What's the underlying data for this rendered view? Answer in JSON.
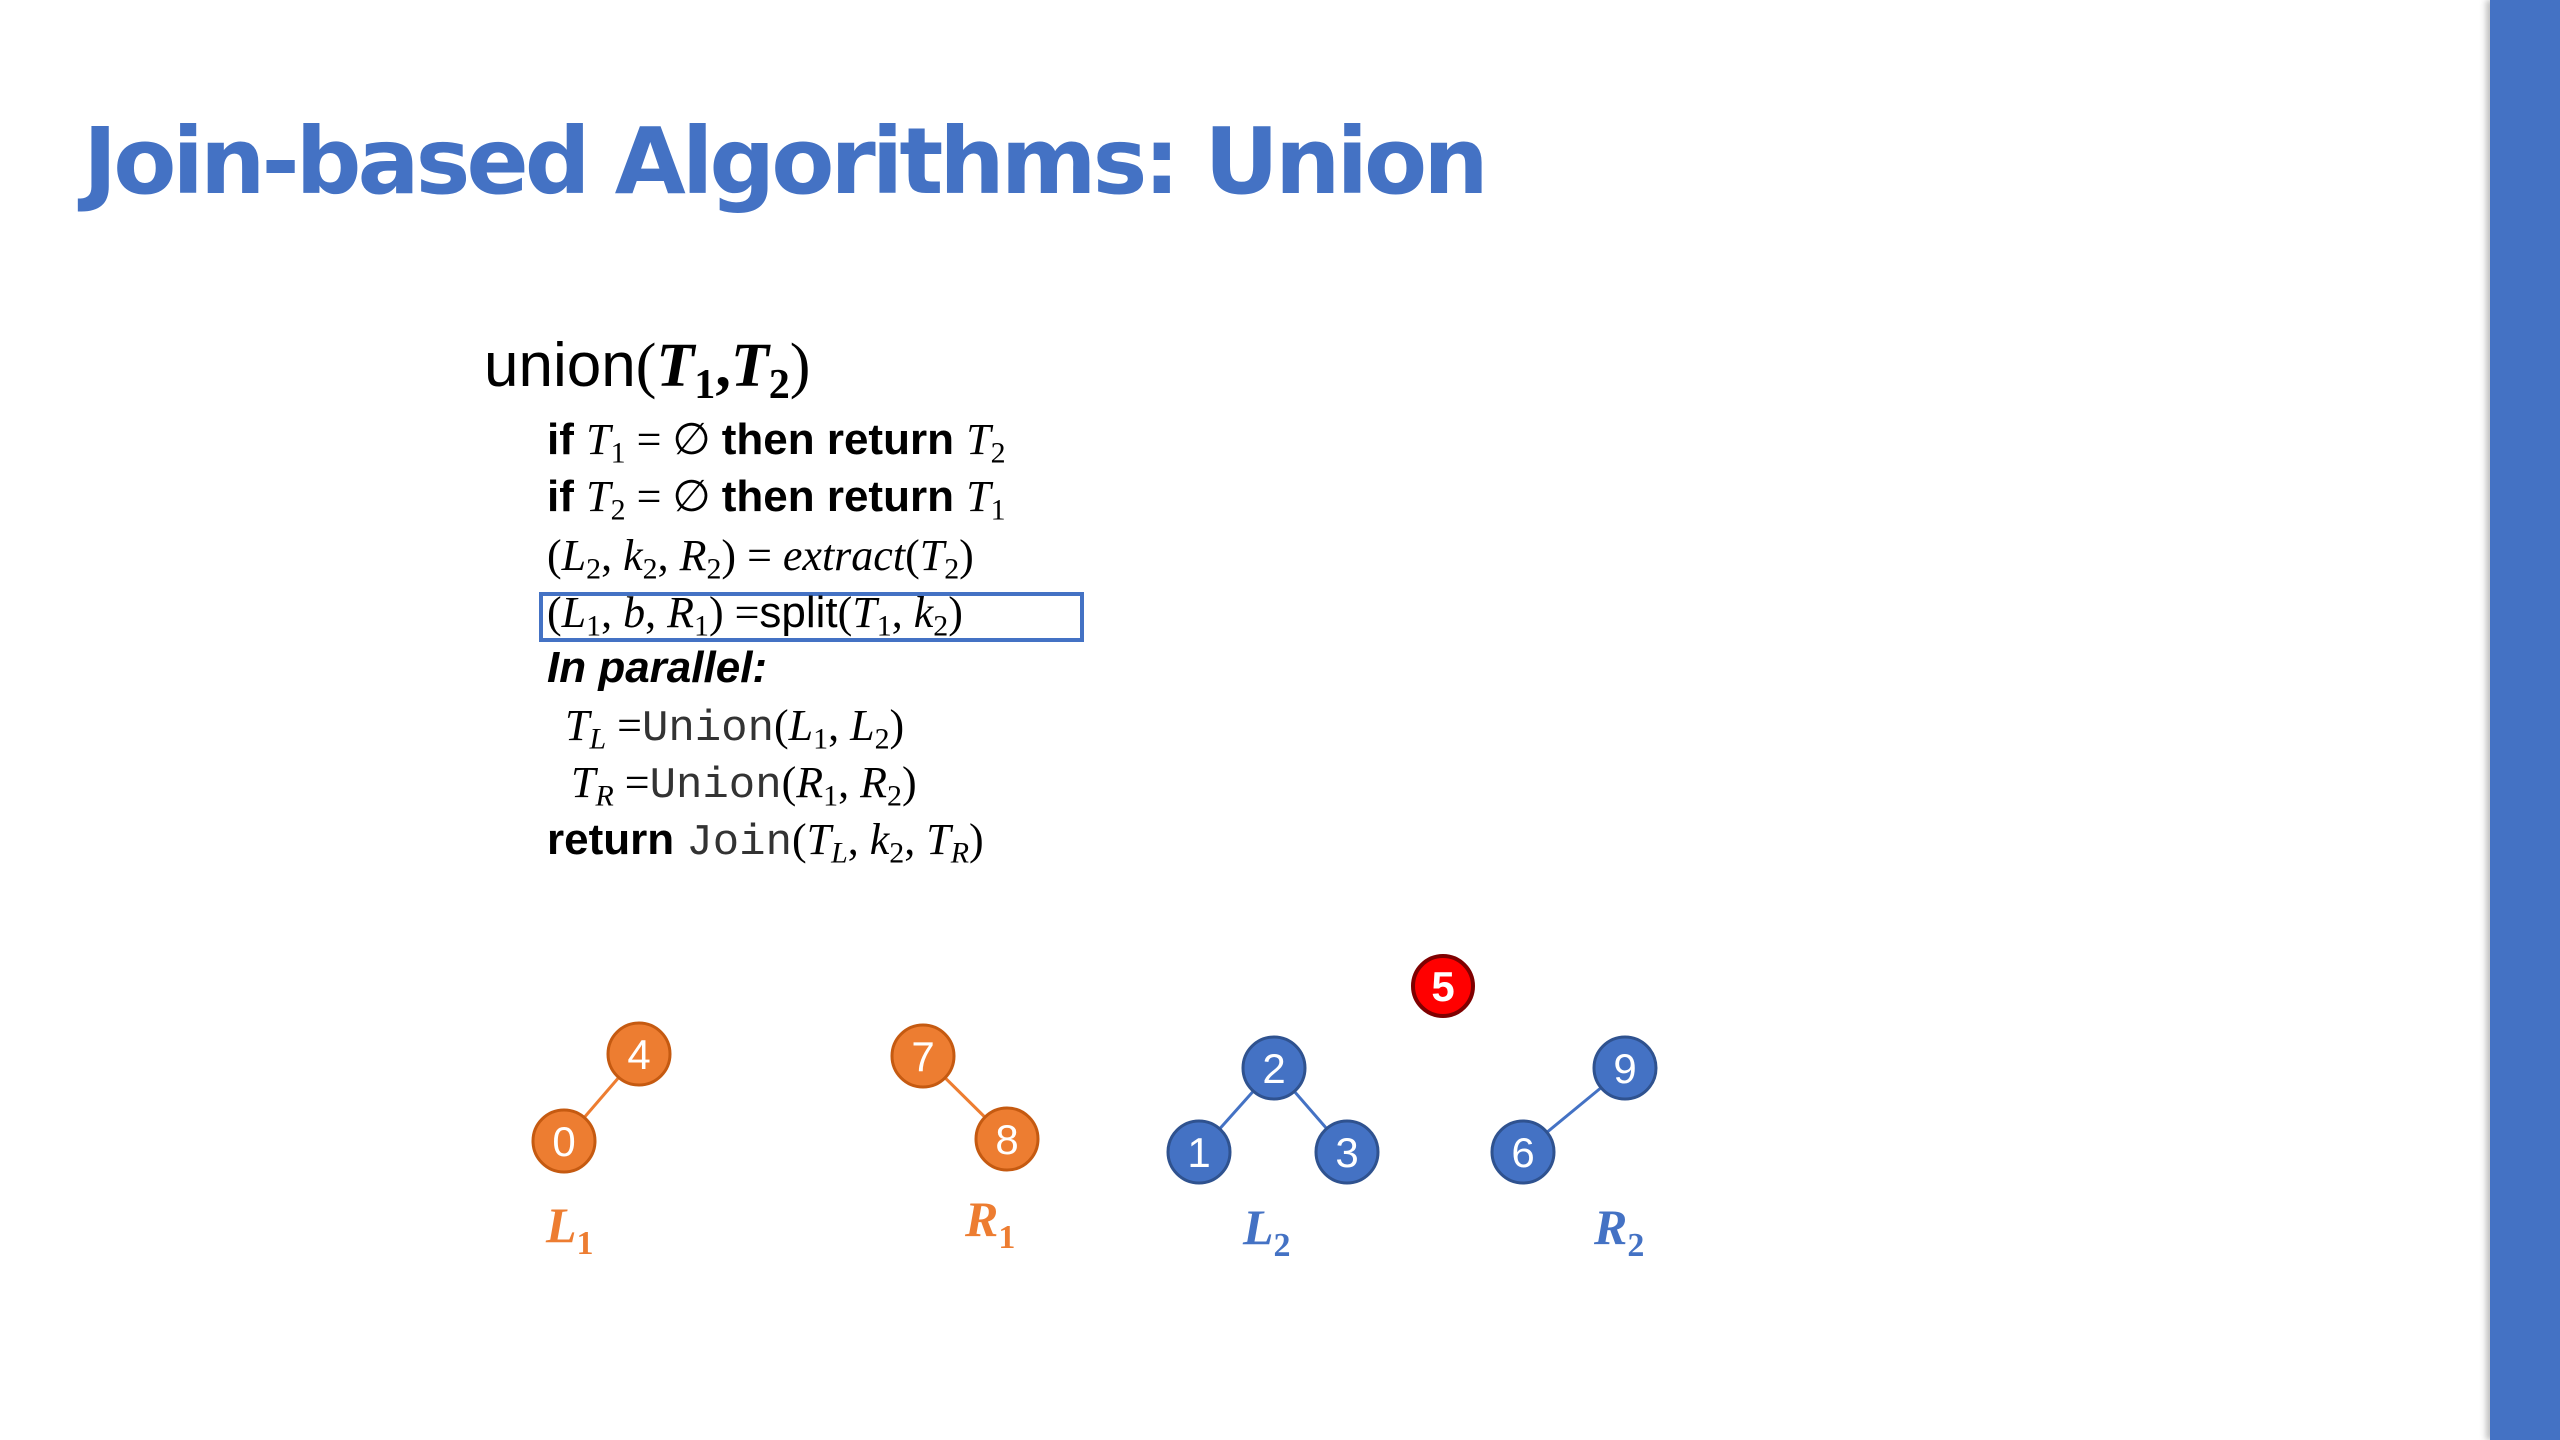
{
  "title": "Join-based Algorithms: Union",
  "colors": {
    "accent": "#4472c4",
    "orange": "#ed7d31",
    "orange_dark": "#c55a11",
    "red": "#ff0000",
    "pivot_border": "#7f0000"
  },
  "code": {
    "header": {
      "fn": "union",
      "open": "(",
      "t": "T",
      "s1": "1",
      "comma": ",",
      "s2": "2",
      "close": ")"
    },
    "line1": {
      "kw_if": "if",
      "t": "T",
      "s1": "1",
      "eq": " = ∅ ",
      "kw_then": "then return",
      "t2": "T",
      "s2": "2"
    },
    "line2": {
      "kw_if": "if",
      "t": "T",
      "s1": "2",
      "eq": " = ∅ ",
      "kw_then": "then return",
      "t2": "T",
      "s2": "1"
    },
    "line3": {
      "p1": "(",
      "l": "L",
      "ls": "2",
      "c1": ", ",
      "k": "k",
      "ks": "2",
      "c2": ", ",
      "r": "R",
      "rs": "2",
      "p2": ") = ",
      "fn": "extract",
      "p3": "(",
      "t": "T",
      "ts": "2",
      "p4": ")"
    },
    "line4": {
      "p1": "(",
      "l": "L",
      "ls": "1",
      "c1": ", ",
      "b": "b",
      "c2": ", ",
      "r": "R",
      "rs": "1",
      "p2": ") =",
      "fn": "split",
      "p3": "(",
      "t": "T",
      "ts": "1",
      "c3": ", ",
      "k": "k",
      "ks": "2",
      "p4": ")"
    },
    "line5": "In parallel:",
    "line6": {
      "t": "T",
      "ts": "L",
      "eq": " =",
      "fn": "Union",
      "p1": "(",
      "a": "L",
      "as": "1",
      "c": ", ",
      "b": "L",
      "bs": "2",
      "p2": ")"
    },
    "line7": {
      "t": "T",
      "ts": "R",
      "eq": " =",
      "fn": "Union",
      "p1": "(",
      "a": "R",
      "as": "1",
      "c": ", ",
      "b": "R",
      "bs": "2",
      "p2": ")"
    },
    "line8": {
      "kw": "return",
      "fn": "Join",
      "p1": "(",
      "a": "T",
      "as": "L",
      "c1": ", ",
      "k": "k",
      "ks": "2",
      "c2": ", ",
      "b": "T",
      "bs": "R",
      "p2": ")"
    }
  },
  "diagram": {
    "pivot": "5",
    "trees": [
      {
        "id": "L1",
        "color": "orange",
        "nodes": [
          "4",
          "0"
        ],
        "label": "L",
        "label_sub": "1"
      },
      {
        "id": "R1",
        "color": "orange",
        "nodes": [
          "7",
          "8"
        ],
        "label": "R",
        "label_sub": "1"
      },
      {
        "id": "L2",
        "color": "blue",
        "nodes": [
          "2",
          "1",
          "3"
        ],
        "label": "L",
        "label_sub": "2"
      },
      {
        "id": "R2",
        "color": "blue",
        "nodes": [
          "9",
          "6"
        ],
        "label": "R",
        "label_sub": "2"
      }
    ]
  }
}
